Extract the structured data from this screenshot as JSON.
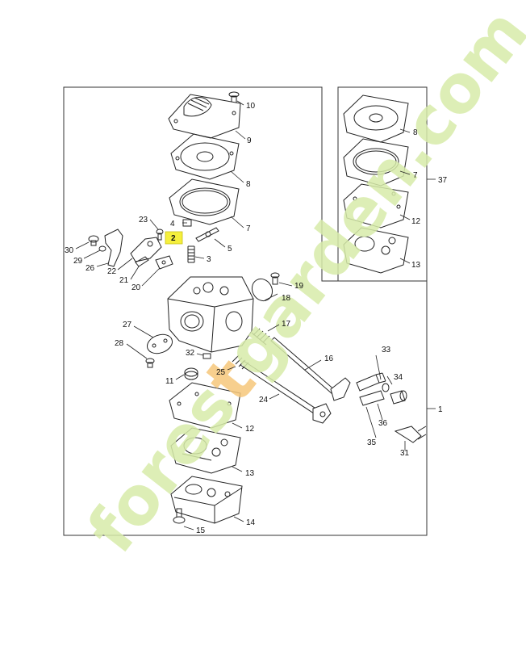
{
  "callouts": [
    {
      "id": "c10",
      "label": "10"
    },
    {
      "id": "c9",
      "label": "9"
    },
    {
      "id": "c8",
      "label": "8"
    },
    {
      "id": "c7",
      "label": "7"
    },
    {
      "id": "c5",
      "label": "5"
    },
    {
      "id": "c3",
      "label": "3"
    },
    {
      "id": "c4",
      "label": "4"
    },
    {
      "id": "c23",
      "label": "23"
    },
    {
      "id": "c30",
      "label": "30"
    },
    {
      "id": "c29",
      "label": "29"
    },
    {
      "id": "c26",
      "label": "26"
    },
    {
      "id": "c22",
      "label": "22"
    },
    {
      "id": "c21",
      "label": "21"
    },
    {
      "id": "c20",
      "label": "20"
    },
    {
      "id": "c19",
      "label": "19"
    },
    {
      "id": "c18",
      "label": "18"
    },
    {
      "id": "c27",
      "label": "27"
    },
    {
      "id": "c28",
      "label": "28"
    },
    {
      "id": "c17",
      "label": "17"
    },
    {
      "id": "c32",
      "label": "32"
    },
    {
      "id": "c16",
      "label": "16"
    },
    {
      "id": "c11",
      "label": "11"
    },
    {
      "id": "c25",
      "label": "25"
    },
    {
      "id": "c24",
      "label": "24"
    },
    {
      "id": "c12",
      "label": "12"
    },
    {
      "id": "c13",
      "label": "13"
    },
    {
      "id": "c14",
      "label": "14"
    },
    {
      "id": "c15",
      "label": "15"
    },
    {
      "id": "c33",
      "label": "33"
    },
    {
      "id": "c34",
      "label": "34"
    },
    {
      "id": "c36",
      "label": "36"
    },
    {
      "id": "c35",
      "label": "35"
    },
    {
      "id": "c31",
      "label": "31"
    },
    {
      "id": "c1",
      "label": "1"
    },
    {
      "id": "k8",
      "label": "8"
    },
    {
      "id": "k7",
      "label": "7"
    },
    {
      "id": "k12",
      "label": "12"
    },
    {
      "id": "k13",
      "label": "13"
    },
    {
      "id": "k37",
      "label": "37"
    }
  ],
  "highlight": {
    "label": "2",
    "color": "#f5ef3d"
  },
  "watermark": {
    "text": "forestgarden.com",
    "color": "#d8ecaa",
    "accent": "#f6c77b"
  }
}
